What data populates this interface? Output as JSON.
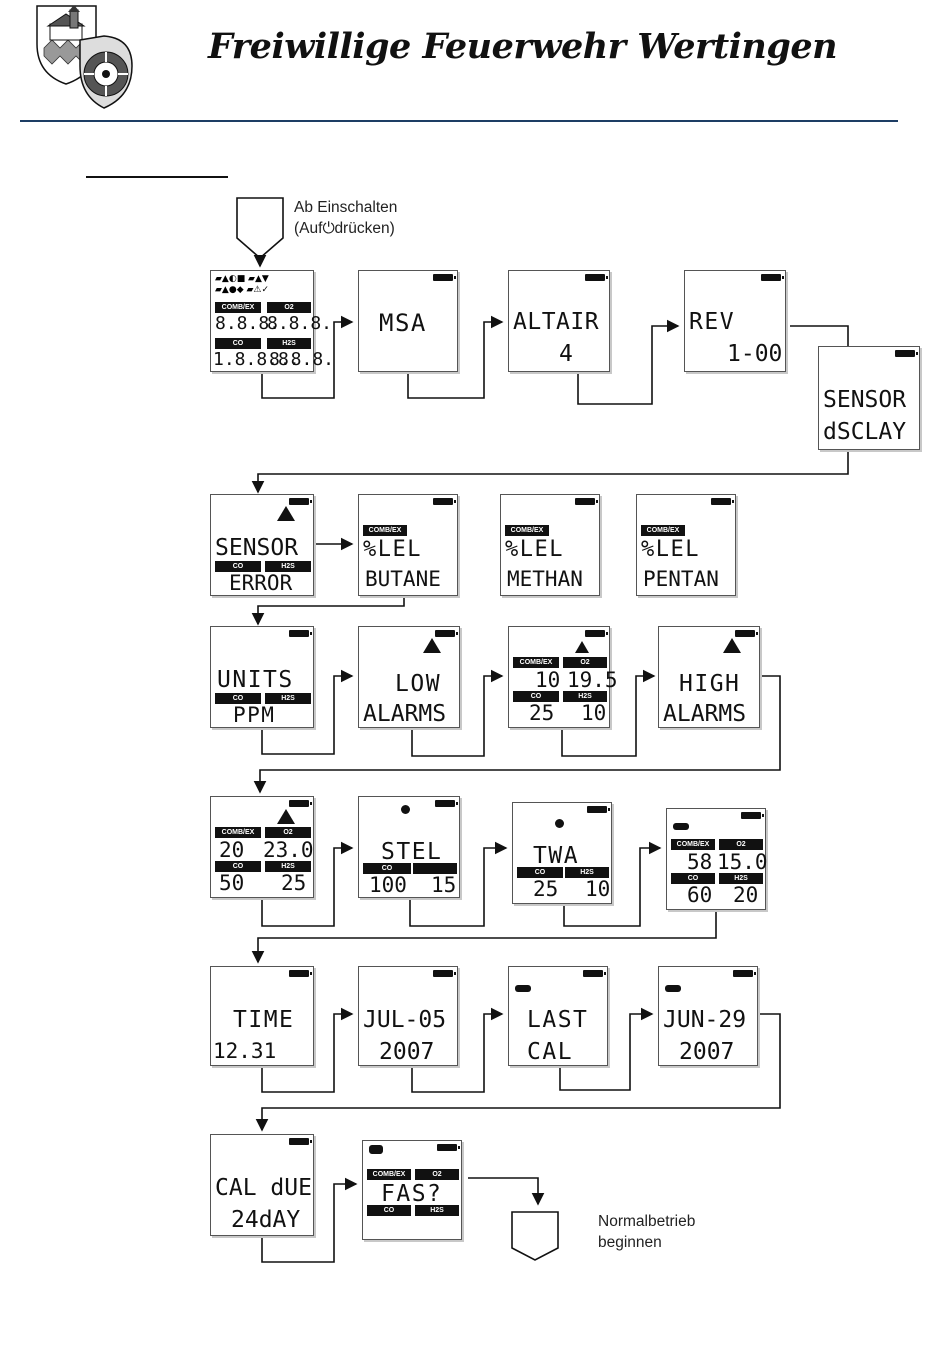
{
  "header": {
    "title": "Freiwillige Feuerwehr Wertingen"
  },
  "notes": {
    "start_line1": "Ab Einschalten",
    "start_line2_pre": "(Auf",
    "start_line2_post": "drücken)",
    "end_line1": "Normalbetrieb",
    "end_line2": "beginnen"
  },
  "screens": {
    "msa": {
      "line1": "MSA"
    },
    "altair": {
      "line1": "ALTAIR",
      "line2": "4"
    },
    "rev": {
      "line1": "REV",
      "line2": "1-00"
    },
    "sensor_disp": {
      "line1": "SENSOR",
      "line2": "dSCLAY"
    },
    "sensor_error": {
      "line1": "SENSOR",
      "line2": "ERROR",
      "label_left": "CO",
      "label_right": "H2S"
    },
    "lel_butane": {
      "label": "COMB/EX",
      "line1": "%LEL",
      "line2": "BUTANE"
    },
    "lel_methan": {
      "label": "COMB/EX",
      "line1": "%LEL",
      "line2": "METHAN"
    },
    "lel_pentan": {
      "label": "COMB/EX",
      "line1": "%LEL",
      "line2": "PENTAN"
    },
    "units": {
      "line1": "UNITS",
      "line2": "PPM",
      "label_left": "CO",
      "label_right": "H2S"
    },
    "low_alarms": {
      "line1": "LOW",
      "line2": "ALARMS"
    },
    "low_values": {
      "top_left_label": "COMB/EX",
      "top_right_label": "O2",
      "v1": "10",
      "v2": "19.5",
      "bottom_left_label": "CO",
      "bottom_right_label": "H2S",
      "v3": "25",
      "v4": "10"
    },
    "high_alarms": {
      "line1": "HIGH",
      "line2": "ALARMS"
    },
    "high_values": {
      "top_left_label": "COMB/EX",
      "top_right_label": "O2",
      "v1": "20",
      "v2": "23.0",
      "bottom_left_label": "CO",
      "bottom_right_label": "H2S",
      "v3": "50",
      "v4": "25"
    },
    "stel": {
      "line1": "STEL",
      "label_left": "CO",
      "v1": "100",
      "v2": "15"
    },
    "twa": {
      "line1": "TWA",
      "label_left": "CO",
      "label_right": "H2S",
      "v1": "25",
      "v2": "10"
    },
    "cal_values": {
      "top_left_label": "COMB/EX",
      "top_right_label": "O2",
      "v1": "58",
      "v2": "15.0",
      "bottom_left_label": "CO",
      "bottom_right_label": "H2S",
      "v3": "60",
      "v4": "20"
    },
    "time": {
      "line1": "TIME",
      "line2": "12.31"
    },
    "date": {
      "line1": "JUL-05",
      "line2": "2007"
    },
    "last_cal": {
      "line1": "LAST",
      "line2": "CAL"
    },
    "last_cal_date": {
      "line1": "JUN-29",
      "line2": "2007"
    },
    "cal_due": {
      "line1": "CAL dUE",
      "line2": "24dAY"
    },
    "fas": {
      "top_left_label": "COMB/EX",
      "top_right_label": "O2",
      "line1": "FAS?",
      "bottom_left_label": "CO",
      "bottom_right_label": "H2S"
    },
    "all_segments": {
      "top_left_label": "COMB/EX",
      "top_right_label": "O2",
      "v1": "8.8.8.",
      "v2": "8.8.8.",
      "bottom_left_label": "CO",
      "bottom_right_label": "H2S",
      "v3": "1.8.8.8.",
      "v4": "8.8.8."
    }
  }
}
